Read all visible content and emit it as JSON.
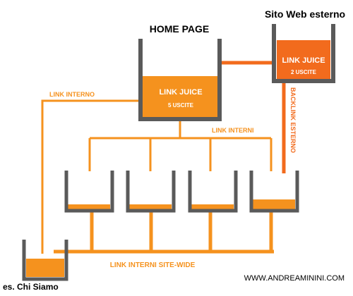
{
  "labels": {
    "external_site": "Sito Web esterno",
    "home_page": "HOME PAGE",
    "home_juice_title": "LINK JUICE",
    "home_juice_sub": "5 USCITE",
    "external_juice_title": "LINK JUICE",
    "external_juice_sub": "2 USCITE",
    "link_interno": "LINK INTERNO",
    "link_interni": "LINK INTERNI",
    "backlink_esterno": "BACKLINK ESTERNO",
    "link_interni_site_wide": "LINK INTERNI SITE-WIDE",
    "chi_siamo": "es. Chi Siamo",
    "website_url": "WWW.ANDREAMININI.COM"
  },
  "colors": {
    "container_wall": "#5a5a5a",
    "light_orange": "#f5921e",
    "dark_orange": "#f26b1d",
    "text_dark": "#000000",
    "text_white": "#ffffff"
  }
}
